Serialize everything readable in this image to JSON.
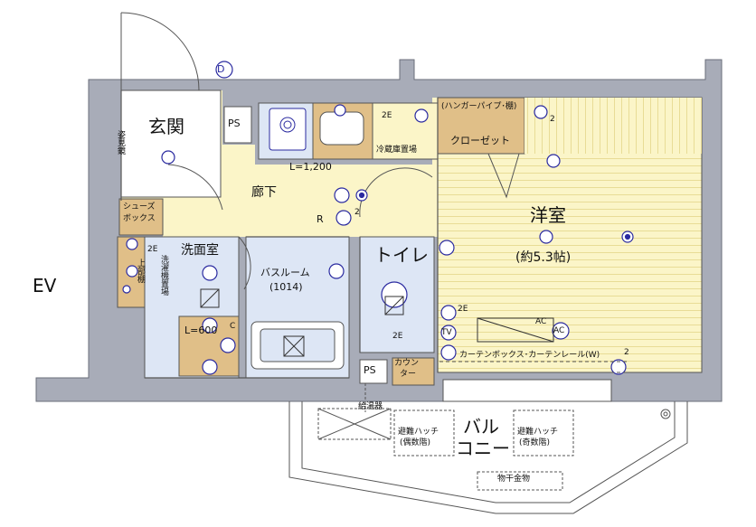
{
  "rooms": {
    "entrance": "玄関",
    "mirror": "姿見鏡",
    "ps_top": "PS",
    "ps_bottom": "PS",
    "corridor": "廊下",
    "kitchen_length": "L=1,200",
    "fridge": "冷蔵庫置場",
    "hanger_pipe": "(ハンガーパイプ･棚)",
    "closet": "クローゼット",
    "western_room": "洋室",
    "western_size": "(約5.3帖)",
    "shoe_box_line1": "シューズ",
    "shoe_box_line2": "ボックス",
    "washroom": "洗面室",
    "washer": "洗濯機置場",
    "upper_shelf": "上部棚",
    "vanity_length": "L=600",
    "bathroom": "バスルーム",
    "bathroom_size": "(1014)",
    "toilet": "トイレ",
    "counter_line1": "カウン",
    "counter_line2": "ター",
    "curtain": "カーテンボックス･カーテンレール(W)",
    "balcony": "バル\nコニー",
    "balcony_line1": "バル",
    "balcony_line2": "コニー",
    "hatch_even_line1": "避難ハッチ",
    "hatch_even_line2": "(偶数階)",
    "hatch_odd_line1": "避難ハッチ",
    "hatch_odd_line2": "(奇数階)",
    "water_heater": "給湯器",
    "drying": "物干金物",
    "elevator": "EV"
  },
  "symbols": {
    "door_d": "D",
    "r_mark": "R",
    "two_e": "2E",
    "sub2": "2",
    "ac": "AC",
    "tv": "TV",
    "c": "C"
  },
  "colors": {
    "wall": "#a8acb8",
    "wall_edge": "#6a6e7a",
    "floor_cream": "#fbf5c8",
    "floor_line": "#e8dc96",
    "wet_blue": "#dde6f5",
    "wood": "#e0bf88",
    "symbol": "#2a2aa0"
  }
}
